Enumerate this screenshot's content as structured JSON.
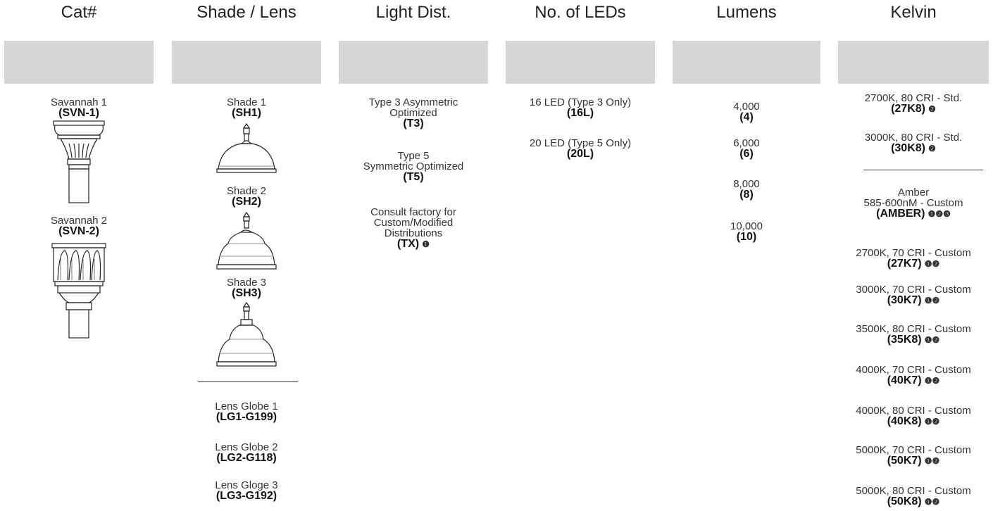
{
  "headers": {
    "cat": "Cat#",
    "shade": "Shade / Lens",
    "dist": "Light Dist.",
    "leds": "No. of LEDs",
    "lumens": "Lumens",
    "kelvin": "Kelvin"
  },
  "cat_options": [
    {
      "label": "Savannah 1",
      "code": "(SVN-1)"
    },
    {
      "label": "Savannah 2",
      "code": "(SVN-2)"
    }
  ],
  "shade_options": [
    {
      "label": "Shade 1",
      "code": "(SH1)"
    },
    {
      "label": "Shade 2",
      "code": "(SH2)"
    },
    {
      "label": "Shade 3",
      "code": "(SH3)"
    }
  ],
  "lens_options": [
    {
      "label": "Lens Globe 1",
      "code": "(LG1-G199)"
    },
    {
      "label": "Lens Globe 2",
      "code": "(LG2-G118)"
    },
    {
      "label": "Lens Gloge 3",
      "code": "(LG3-G192)"
    }
  ],
  "dist_options": [
    {
      "line1": "Type 3 Asymmetric",
      "line2": "Optimized",
      "line3": "",
      "code": "(T3)",
      "note": ""
    },
    {
      "line1": "Type 5",
      "line2": "Symmetric Optimized",
      "line3": "",
      "code": "(T5)",
      "note": ""
    },
    {
      "line1": "Consult factory for",
      "line2": "Custom/Modified",
      "line3": "Distributions",
      "code": "(TX)",
      "note": "❶"
    }
  ],
  "led_options": [
    {
      "label": "16 LED (Type 3 Only)",
      "code": "(16L)"
    },
    {
      "label": "20 LED (Type 5 Only)",
      "code": "(20L)"
    }
  ],
  "lumen_options": [
    {
      "label": "4,000",
      "code": "(4)"
    },
    {
      "label": "6,000",
      "code": "(6)"
    },
    {
      "label": "8,000",
      "code": "(8)"
    },
    {
      "label": "10,000",
      "code": "(10)"
    }
  ],
  "kelvin_std": [
    {
      "label": "2700K, 80 CRI - Std.",
      "code": "(27K8)",
      "note": "❷"
    },
    {
      "label": "3000K, 80 CRI - Std.",
      "code": "(30K8)",
      "note": "❷"
    }
  ],
  "kelvin_custom": [
    {
      "line1": "Amber",
      "label": "585-600nM - Custom",
      "code": "(AMBER)",
      "note": "❶❷❸"
    },
    {
      "line1": "",
      "label": "2700K, 70 CRI - Custom",
      "code": "(27K7)",
      "note": "❶❷"
    },
    {
      "line1": "",
      "label": "3000K, 70 CRI - Custom",
      "code": "(30K7)",
      "note": "❶❷"
    },
    {
      "line1": "",
      "label": "3500K, 80 CRI - Custom",
      "code": "(35K8)",
      "note": "❶❷"
    },
    {
      "line1": "",
      "label": "4000K, 70 CRI - Custom",
      "code": "(40K7)",
      "note": "❶❷"
    },
    {
      "line1": "",
      "label": "4000K, 80 CRI - Custom",
      "code": "(40K8)",
      "note": "❶❷"
    },
    {
      "line1": "",
      "label": "5000K, 70 CRI - Custom",
      "code": "(50K7)",
      "note": "❶❷"
    },
    {
      "line1": "",
      "label": "5000K, 80 CRI - Custom",
      "code": "(50K8)",
      "note": "❶❷"
    }
  ],
  "colors": {
    "box": "#d6d6d6",
    "rule": "#333333"
  }
}
